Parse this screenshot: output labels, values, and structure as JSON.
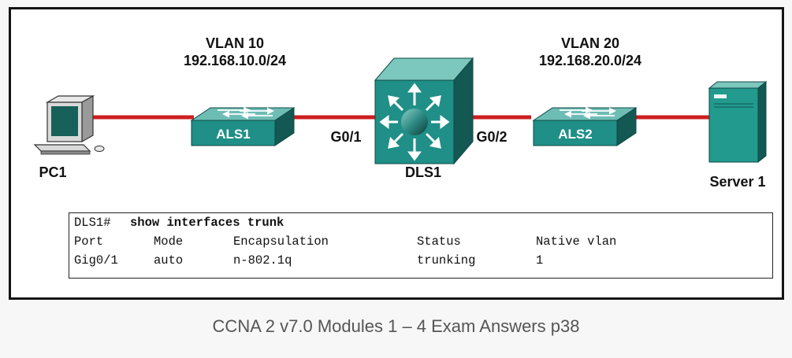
{
  "figure": {
    "vlan_left": {
      "name": "VLAN 10",
      "subnet": "192.168.10.0/24"
    },
    "vlan_right": {
      "name": "VLAN 20",
      "subnet": "192.168.20.0/24"
    },
    "devices": {
      "pc": "PC1",
      "access_switch_left": "ALS1",
      "distribution_switch": "DLS1",
      "access_switch_right": "ALS2",
      "server": "Server 1"
    },
    "ports": {
      "left": "G0/1",
      "right": "G0/2"
    },
    "colors": {
      "link": "#cc1f1f",
      "switch": "#1f8f87",
      "server": "#229a8e"
    }
  },
  "terminal": {
    "prompt": "DLS1#",
    "command": "show interfaces trunk",
    "headers": [
      "Port",
      "Mode",
      "Encapsulation",
      "Status",
      "Native vlan"
    ],
    "rows": [
      [
        "Gig0/1",
        "auto",
        "n-802.1q",
        "trunking",
        "1"
      ]
    ]
  },
  "caption": "CCNA 2 v7.0 Modules 1 – 4 Exam Answers p38"
}
